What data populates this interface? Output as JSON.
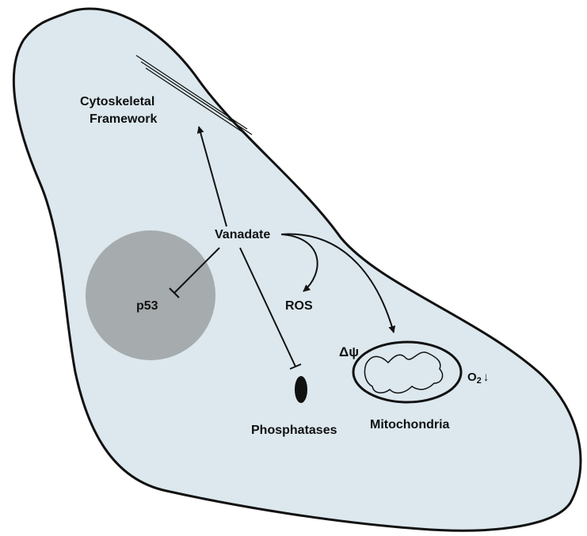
{
  "labels": {
    "cytoskeletal_line1": "Cytoskeletal",
    "cytoskeletal_line2": "Framework",
    "vanadate": "Vanadate",
    "p53": "p53",
    "ros": "ROS",
    "delta_psi": "Δψ",
    "o2": "O",
    "o2_sub": "2",
    "o2_arrow": "↓",
    "phosphatases": "Phosphatases",
    "mitochondria": "Mitochondria"
  },
  "colors": {
    "cell_fill": "#dce8ee",
    "cell_stroke": "#111111",
    "nucleus_fill": "#a6abad",
    "line": "#111111"
  }
}
